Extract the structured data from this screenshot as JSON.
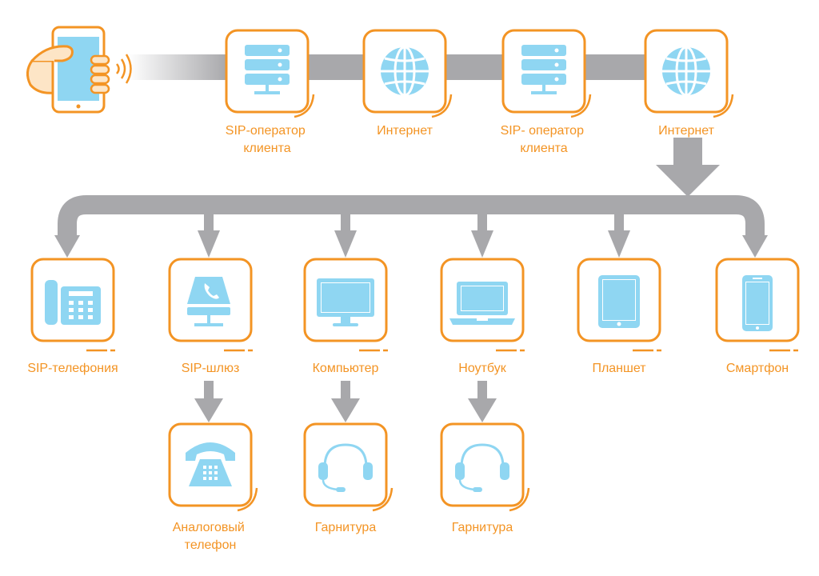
{
  "colors": {
    "accent": "#f39424",
    "icon_blue": "#8fd6f2",
    "connector_gray": "#a8a8ab"
  },
  "top_chain": [
    {
      "id": "client-phone",
      "icon": "hand-phone-icon"
    },
    {
      "id": "sip-operator-1",
      "icon": "server-icon",
      "label_lines": [
        "SIP-оператор",
        "клиента"
      ]
    },
    {
      "id": "internet-1",
      "icon": "globe-icon",
      "label_lines": [
        "Интернет"
      ]
    },
    {
      "id": "sip-operator-2",
      "icon": "server-icon",
      "label_lines": [
        "SIP- оператор",
        "клиента"
      ]
    },
    {
      "id": "internet-2",
      "icon": "globe-icon",
      "label_lines": [
        "Интернет"
      ]
    }
  ],
  "devices": [
    {
      "id": "sip-telephony",
      "icon": "desk-phone-icon",
      "label": "SIP-телефония"
    },
    {
      "id": "sip-gateway",
      "icon": "gateway-icon",
      "label": "SIP-шлюз"
    },
    {
      "id": "computer",
      "icon": "monitor-icon",
      "label": "Компьютер"
    },
    {
      "id": "laptop",
      "icon": "laptop-icon",
      "label": "Ноутбук"
    },
    {
      "id": "tablet",
      "icon": "tablet-icon",
      "label": "Планшет"
    },
    {
      "id": "smartphone",
      "icon": "smartphone-icon",
      "label": "Смартфон"
    }
  ],
  "sub_devices": [
    {
      "id": "analog-phone",
      "icon": "rotary-phone-icon",
      "label_lines": [
        "Аналоговый",
        "телефон"
      ]
    },
    {
      "id": "headset-1",
      "icon": "headset-icon",
      "label_lines": [
        "Гарнитура"
      ]
    },
    {
      "id": "headset-2",
      "icon": "headset-icon",
      "label_lines": [
        "Гарнитура"
      ]
    }
  ]
}
